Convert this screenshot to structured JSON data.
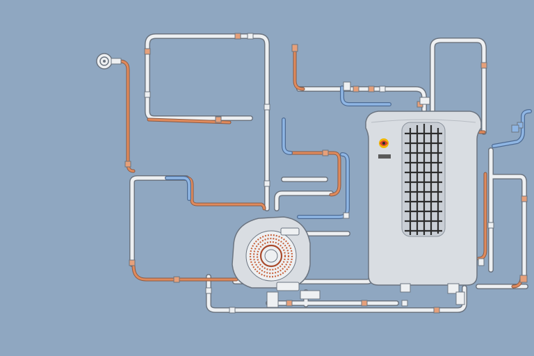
{
  "scene": {
    "subject": "heat-pump-piping-illustration",
    "background_color": "#8fa7c1",
    "colors": {
      "pipe_white": "#eef0f2",
      "pipe_outline": "#6b7480",
      "pipe_copper": "#e08a5c",
      "pipe_cold": "#7fa8d8",
      "unit_body": "#d9dde2",
      "grille": "#2b2b2b",
      "coil": "#c8643e",
      "badge_yellow": "#f2b705",
      "badge_red": "#d9482b"
    },
    "components": [
      "heat-pump-unit",
      "circulator-pump",
      "copper-pipes",
      "cold-water-pipes",
      "valves",
      "pressure-gauge"
    ]
  }
}
